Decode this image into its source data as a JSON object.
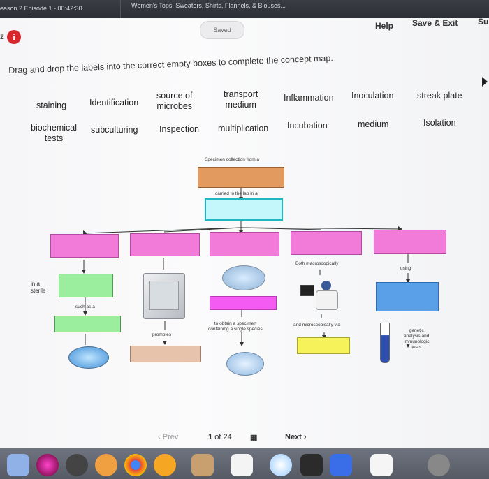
{
  "browser": {
    "tab_left": "eason 2 Episode 1 - 00:42:30",
    "tab_right": "Women's Tops, Sweaters, Shirts, Flannels, & Blouses..."
  },
  "header": {
    "left_edge": "z",
    "status": "Saved",
    "help": "Help",
    "save_exit": "Save & Exit",
    "submit_partial": "Su"
  },
  "instruction": "Drag and drop the labels into the correct empty boxes to complete the concept map.",
  "labels": [
    "staining",
    "Identification",
    "source of\nmicrobes",
    "transport\nmedium",
    "Inflammation",
    "Inoculation",
    "streak plate",
    "biochemical\ntests",
    "subculturing",
    "Inspection",
    "multiplication",
    "Incubation",
    "medium",
    "Isolation"
  ],
  "map_text": {
    "specimen_collection": "Specimen collection from a",
    "carried_to_lab": "carried to the lab in a",
    "both_macroscopically": "Both macroscopically",
    "using": "using",
    "in_a_sterile": "in a\nsterile",
    "such_as_a": "such as a",
    "promotes": "promotes",
    "to_obtain": "to obtain a specimen\ncontaining a single species",
    "and_microscopically": "and microscopically via",
    "genetic": "genetic\nanalysis and\nimmunologic\ntests"
  },
  "pager": {
    "prev": "Prev",
    "page_current": "1",
    "page_of": "of",
    "page_total": "24",
    "next": "Next"
  },
  "icons": [
    "info-icon",
    "grid-icon",
    "chevron-left-icon",
    "chevron-right-icon"
  ],
  "colors": {
    "pink": "#f27bd9",
    "green": "#9bee9e",
    "orange": "#e39a5e",
    "cyan": "#c3f7fb",
    "blue": "#5aa0e8",
    "yellow": "#f5f25a",
    "tan": "#e7c3ac",
    "info_red": "#d8262d"
  }
}
